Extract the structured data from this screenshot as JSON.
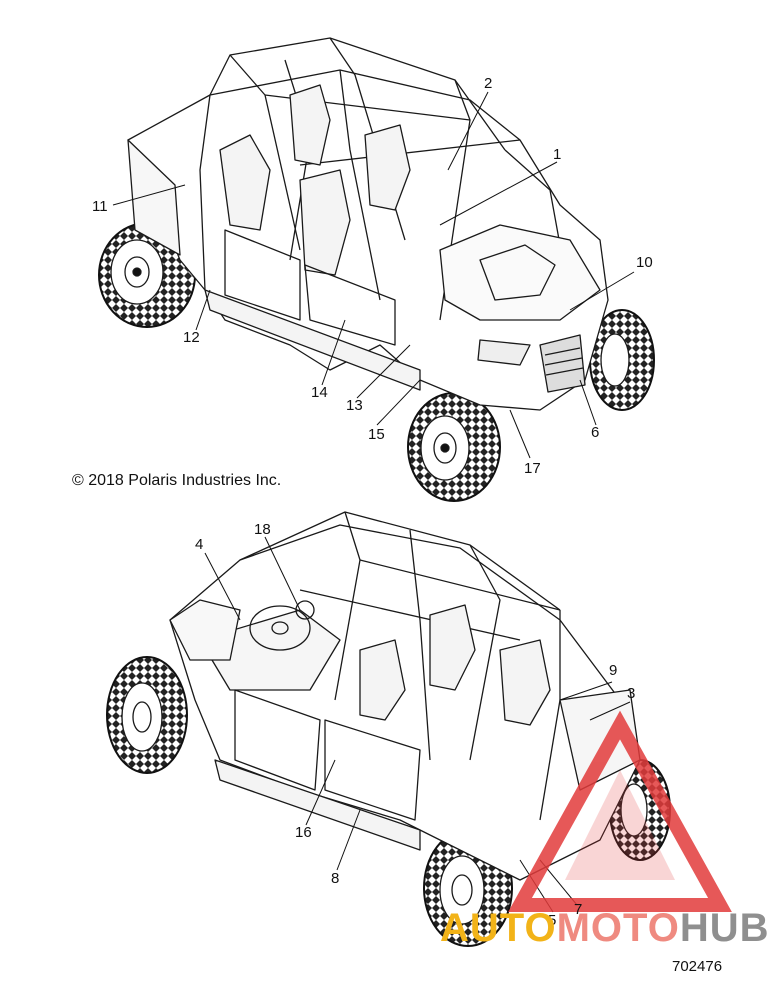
{
  "copyright": "© 2018 Polaris Industries Inc.",
  "part_number": "702476",
  "watermark": {
    "part1": "AUTO",
    "part2": "MOTO",
    "part3": "HUB",
    "color_auto": "#f2b318",
    "color_moto": "#ef8a80",
    "color_hub": "#8f8f8f",
    "triangle_color": "#e23b3b"
  },
  "callouts_top": {
    "c1": "1",
    "c2": "2",
    "c6": "6",
    "c10": "10",
    "c11": "11",
    "c12": "12",
    "c13": "13",
    "c14": "14",
    "c15": "15",
    "c17": "17"
  },
  "callouts_bottom": {
    "c3": "3",
    "c4": "4",
    "c5": "5",
    "c7": "7",
    "c8": "8",
    "c9": "9",
    "c16": "16",
    "c18": "18"
  }
}
